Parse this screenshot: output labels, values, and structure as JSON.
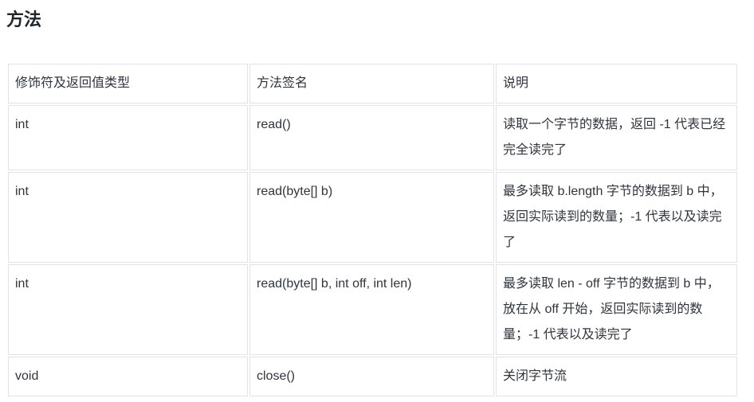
{
  "theme": {
    "background": "#ffffff",
    "text": "#2f353d",
    "heading": "#20262e",
    "border": "#e2e2e8"
  },
  "section": {
    "heading": "方法"
  },
  "table": {
    "headers": {
      "type": "修饰符及返回值类型",
      "signature": "方法签名",
      "description": "说明"
    },
    "rows": [
      {
        "type": "int",
        "signature": "read()",
        "description": "读取一个字节的数据，返回 -1 代表已经完全读完了"
      },
      {
        "type": "int",
        "signature": "read(byte[] b)",
        "description": "最多读取 b.length 字节的数据到 b 中，返回实际读到的数量；-1 代表以及读完了"
      },
      {
        "type": "int",
        "signature": "read(byte[] b, int off, int len)",
        "description": "最多读取 len - off 字节的数据到 b 中，放在从 off 开始，返回实际读到的数量；-1 代表以及读完了"
      },
      {
        "type": "void",
        "signature": "close()",
        "description": "关闭字节流"
      }
    ]
  }
}
